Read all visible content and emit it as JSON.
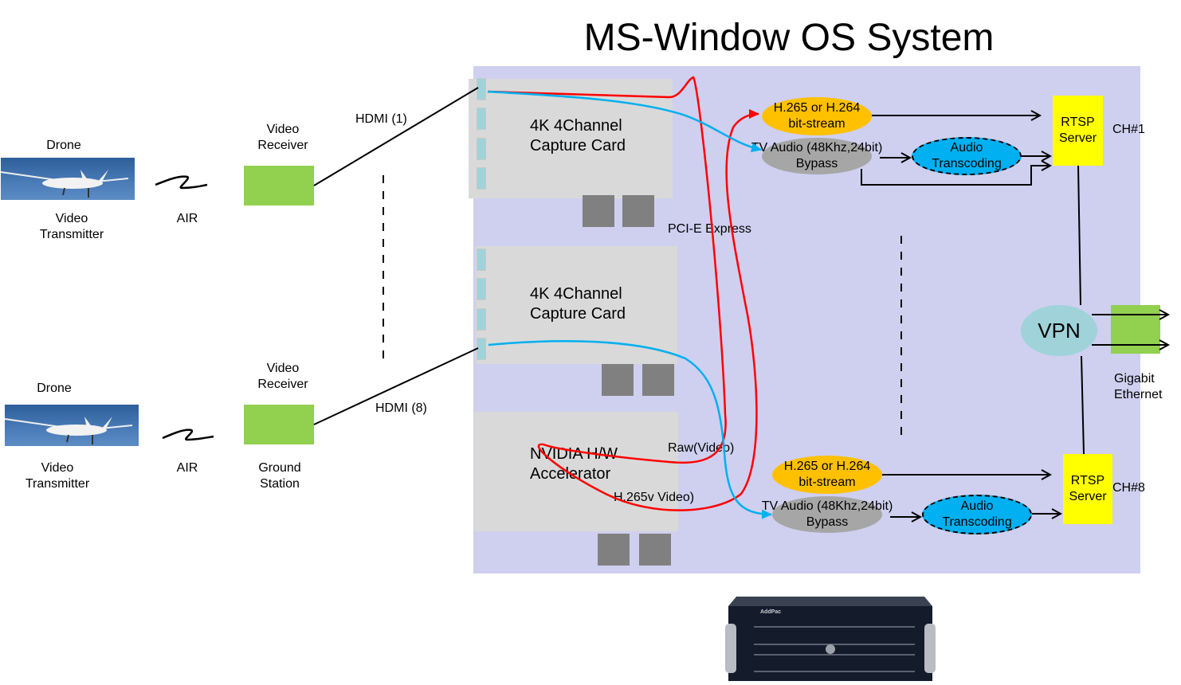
{
  "title": "MS-Window OS System",
  "left_chain": {
    "top": {
      "drone_label": "Drone",
      "transmitter_label": [
        "Video",
        "Transmitter"
      ],
      "air_label": "AIR",
      "receiver_label": [
        "Video",
        "Receiver"
      ],
      "link_label": "HDMI (1)"
    },
    "bottom": {
      "drone_label": "Drone",
      "transmitter_label": [
        "Video",
        "Transmitter"
      ],
      "air_label": "AIR",
      "receiver_label": [
        "Video",
        "Receiver"
      ],
      "station_label": [
        "Ground",
        "Station"
      ],
      "link_label": "HDMI (8)"
    }
  },
  "os_panel": {
    "cards": [
      {
        "title": [
          "4K 4Channel",
          "Capture Card"
        ]
      },
      {
        "title": [
          "4K 4Channel",
          "Capture Card"
        ]
      },
      {
        "title": [
          "NVIDIA H/W",
          "Accelerator"
        ]
      }
    ],
    "bus_label": "PCI-E Express",
    "flow_labels": {
      "raw": "Raw(Video)",
      "encoded": "H.265v Video)"
    },
    "channels": [
      {
        "video_stream": [
          "H.265 or H.264",
          "bit-stream"
        ],
        "audio_bypass": [
          "TV Audio (48Khz,24bit)",
          "Bypass"
        ],
        "audio_transcoding": [
          "Audio",
          "Transcoding"
        ],
        "server": [
          "RTSP",
          "Server"
        ],
        "channel_id": "CH#1"
      },
      {
        "video_stream": [
          "H.265 or H.264",
          "bit-stream"
        ],
        "audio_bypass": [
          "TV Audio (48Khz,24bit)",
          "Bypass"
        ],
        "audio_transcoding": [
          "Audio",
          "Transcoding"
        ],
        "server": [
          "RTSP",
          "Server"
        ],
        "channel_id": "CH#8"
      }
    ],
    "vpn_label": "VPN"
  },
  "network": {
    "label": [
      "Gigabit",
      "Ethernet"
    ]
  },
  "hardware": {
    "brand": "AddPac"
  },
  "colors": {
    "os_panel": "#cfcfef",
    "card": "#d9d9d9",
    "receiver": "#92d050",
    "video_stream": "#ffc000",
    "audio_bypass": "#a6a6a6",
    "audio_transcoding": "#00b0f0",
    "rtsp_server": "#ffff00",
    "vpn": "#9fd3d9",
    "red_flow": "#ff0000",
    "blue_flow": "#00b0f0"
  }
}
